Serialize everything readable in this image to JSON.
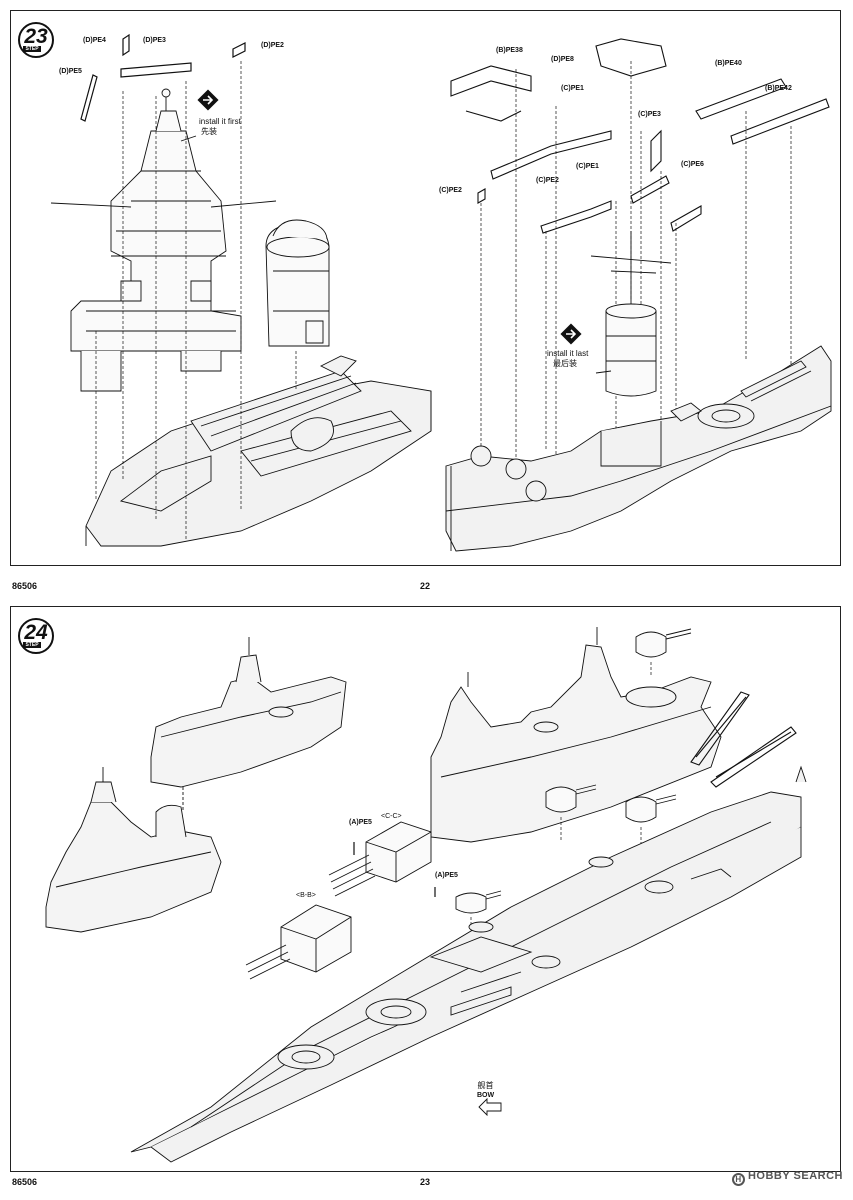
{
  "page_22": {
    "step_number": "23",
    "step_word": "STEP",
    "parts": {
      "d_pe4": "(D)PE4",
      "d_pe3": "(D)PE3",
      "d_pe2": "(D)PE2",
      "d_pe5": "(D)PE5",
      "b_pe38": "(B)PE38",
      "d_pe8": "(D)PE8",
      "b_pe40": "(B)PE40",
      "c_pe1_top": "(C)PE1",
      "b_pe42": "(B)PE42",
      "c_pe3": "(C)PE3",
      "c_pe1_mid": "(C)PE1",
      "c_pe6": "(C)PE6",
      "c_pe2_left": "(C)PE2",
      "c_pe2_mid": "(C)PE2"
    },
    "note_first": {
      "en": "install it first",
      "zh": "先装"
    },
    "note_last": {
      "en": "install it last",
      "zh": "最后装"
    },
    "footer_code": "86506",
    "footer_page": "22"
  },
  "page_23": {
    "step_number": "24",
    "step_word": "STEP",
    "parts": {
      "a_pe5_upper": "(A)PE5",
      "a_pe5_lower": "(A)PE5",
      "section_cc": "<C-C>",
      "section_bb": "<B-B>"
    },
    "bow_zh": "舰首",
    "bow_en": "BOW",
    "footer_code": "86506",
    "footer_page": "23"
  },
  "watermark": "HOBBY SEARCH",
  "colors": {
    "ink": "#111111",
    "hull_fill": "#f2f2f2",
    "deck_fill": "#e6e6e6"
  }
}
